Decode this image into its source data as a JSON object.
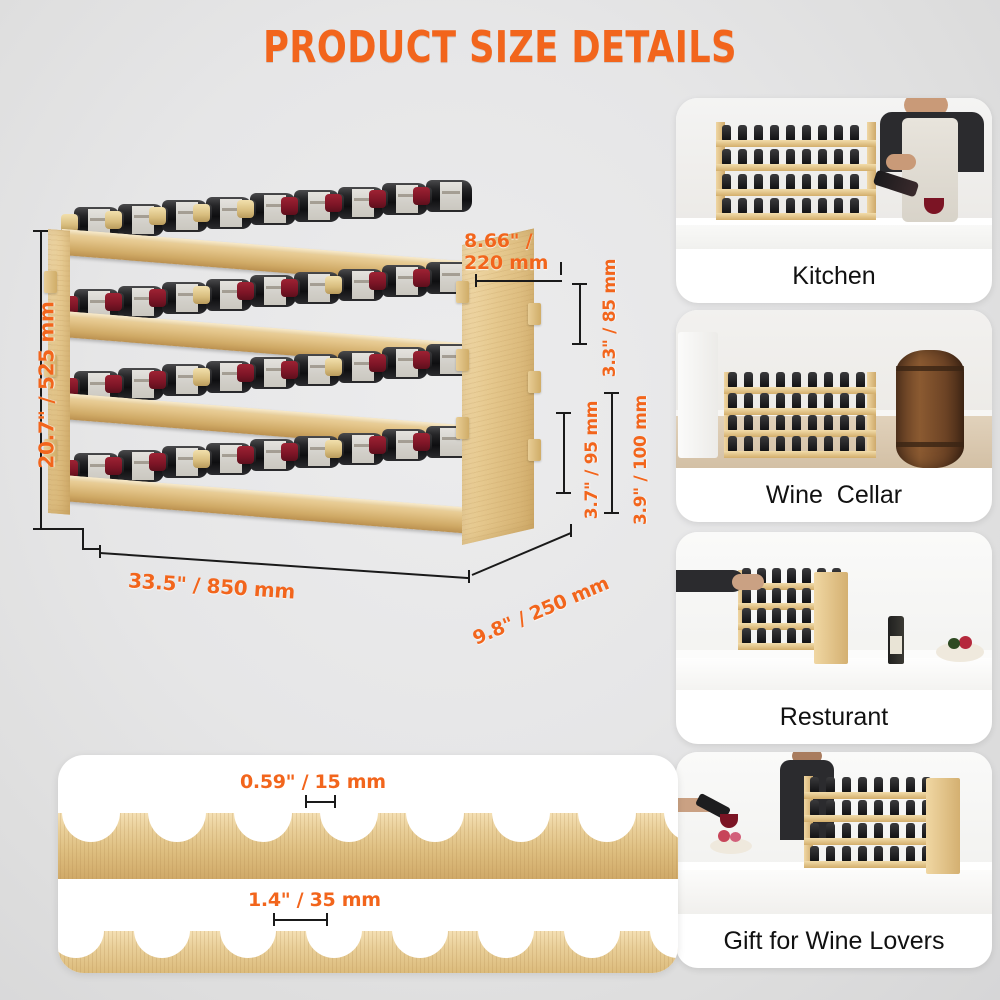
{
  "title": "PRODUCT SIZE DETAILS",
  "colors": {
    "accent": "#f2651c",
    "dimension_line": "#1a1a1a",
    "background": "#e3e3e4",
    "bamboo": "#e6c98f",
    "card": "#ffffff"
  },
  "main_product": {
    "name": "4-tier stackable bamboo wine rack",
    "tiers": 4,
    "bottles_per_tier": 9,
    "dimensions": {
      "height": "20.7\" / 525 mm",
      "width": "33.5\" / 850 mm",
      "depth": "9.8\" / 250 mm",
      "panel_width": "8.66\" /",
      "panel_width_2": "220 mm",
      "top_rail_height": "3.3\" / 85 mm",
      "leg_height": "3.7\" / 95 mm",
      "tier_height": "3.9\" / 100 mm"
    }
  },
  "detail_panel": {
    "peak_width": "0.59\" / 15 mm",
    "scallop_width": "1.4\" / 35 mm"
  },
  "scenes": [
    {
      "caption": "Kitchen",
      "name": "scene-kitchen"
    },
    {
      "caption": "Wine  Cellar",
      "name": "scene-wine-cellar"
    },
    {
      "caption": "Resturant",
      "name": "scene-restaurant"
    },
    {
      "caption": "Gift for Wine Lovers",
      "name": "scene-gift"
    }
  ]
}
